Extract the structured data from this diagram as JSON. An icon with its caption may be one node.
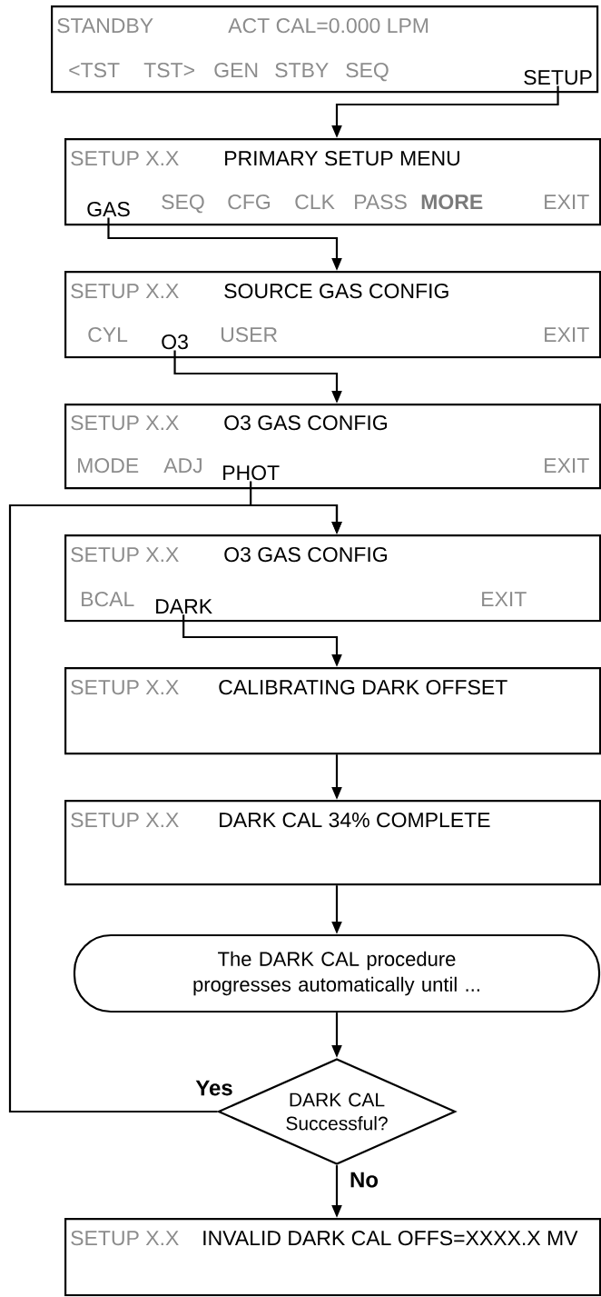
{
  "diagram": {
    "nodes": [
      {
        "text": [
          "STANDBY",
          "ACT CAL=0.000 LPM",
          "<TST",
          "TST>",
          "GEN",
          "STBY",
          "SEQ"
        ]
      },
      {
        "text": [
          "SETUP"
        ],
        "in": 0
      },
      {
        "text": [
          "SETUP X.X",
          "PRIMARY SETUP MENU",
          "SEQ",
          "CFG",
          "CLK",
          "PASS",
          "MORE",
          "EXIT"
        ]
      },
      {
        "text": [
          "GAS"
        ],
        "in": 2
      },
      {
        "text": [
          "SETUP X.X",
          "SOURCE GAS CONFIG",
          "CYL",
          "USER",
          "EXIT"
        ]
      },
      {
        "text": [
          "O3"
        ],
        "in": 4
      },
      {
        "text": [
          "SETUP X.X",
          "O3 GAS CONFIG",
          "MODE",
          "ADJ",
          "EXIT"
        ]
      },
      {
        "text": [
          "PHOT"
        ],
        "in": 6
      },
      {
        "text": [
          "SETUP X.X",
          "O3 GAS CONFIG",
          "BCAL",
          "EXIT"
        ]
      },
      {
        "text": [
          "DARK"
        ],
        "in": 8
      },
      {
        "text": [
          "SETUP X.X",
          "CALIBRATING DARK OFFSET"
        ]
      },
      {
        "text": [
          "SETUP X.X",
          "DARK CAL 34% COMPLETE"
        ]
      },
      {
        "text": [
          "The DARK CAL procedure progresses automatically until ..."
        ]
      },
      {
        "text": [
          "DARK CAL Successful?"
        ]
      },
      {
        "text": [
          "SETUP X.X",
          "INVALID DARK CAL OFFS=XXXX.X MV"
        ]
      }
    ],
    "edges": [
      {
        "from": 1,
        "to": 2,
        "arrow": "to"
      },
      {
        "from": 3,
        "to": 4,
        "arrow": "to"
      },
      {
        "from": 5,
        "to": 6,
        "arrow": "to"
      },
      {
        "from": 7,
        "to": 8,
        "arrow": "to"
      },
      {
        "from": 9,
        "to": 10,
        "arrow": "to"
      },
      {
        "from": 10,
        "to": 11,
        "arrow": "to"
      },
      {
        "from": 11,
        "to": 12,
        "arrow": "to"
      },
      {
        "from": 12,
        "to": 13,
        "arrow": "to"
      },
      {
        "from": 13,
        "to": 8,
        "arrow": "to",
        "label": "Yes"
      },
      {
        "from": 13,
        "to": 14,
        "arrow": "to",
        "label": "No"
      }
    ]
  }
}
